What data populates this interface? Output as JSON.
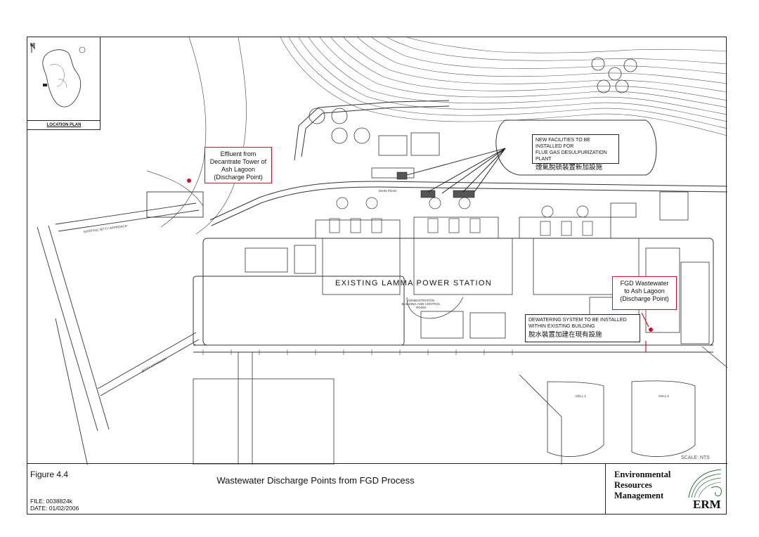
{
  "figure": {
    "number": "Figure 4.4",
    "title": "Wastewater Discharge Points from FGD Process",
    "file": "FILE: 0038824k",
    "date": "DATE: 01/02/2006"
  },
  "company": {
    "name_line1": "Environmental",
    "name_line2": "Resources",
    "name_line3": "Management",
    "abbr": "ERM"
  },
  "location_plan": {
    "title": "LOCATION PLAN",
    "north": "N"
  },
  "callouts": {
    "ash_lagoon": {
      "line1": "Effluent from",
      "line2": "Decantrate Tower of",
      "line3": "Ash Lagoon",
      "line4": "(Discharge Point)"
    },
    "fgd": {
      "line1": "FGD Wastewater",
      "line2": "to Ash Lagoon",
      "line3": "(Discharge Point)"
    }
  },
  "notes": {
    "new_facilities": {
      "line1": "NEW FACILITIES TO BE INSTALLED FOR",
      "line2": "FLUE GAS DESULPURIZATION PLANT",
      "cjk": "煙氣脫硫裝置新加設施"
    },
    "dewatering": {
      "line1": "DEWATERING SYSTEM TO BE INSTALLED",
      "line2": "WITHIN EXISTING BUILDING",
      "cjk": "脫水裝置加建在現有設施"
    }
  },
  "plan_labels": {
    "station": "EXISTING LAMMA POWER STATION",
    "jetty_approach": "EXISTING JETTY APPROACH",
    "jetty_approach_2": "JETTY APPROACH",
    "main_road": "MAIN ROAD",
    "admin_building": "ADMINISTRATION BUILDING AND CONTROL ROOM",
    "cell1": "CELL 1",
    "cell2": "CELL 2",
    "scale": "SCALE: NTS"
  },
  "colors": {
    "callout_border": "#c8102e",
    "discharge_point": "#c8102e",
    "linework": "#333333"
  }
}
